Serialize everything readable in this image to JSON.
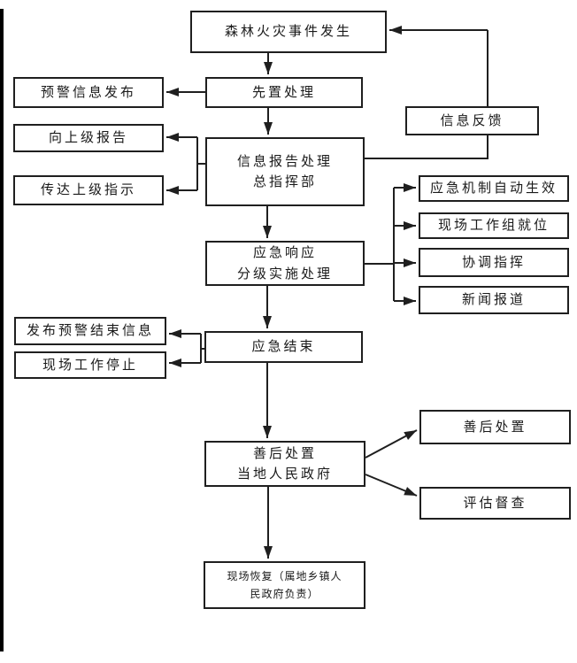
{
  "colors": {
    "background": "#ffffff",
    "line": "#1f1f1f",
    "box_border": "#1f1f1f",
    "text": "#1a1a1a"
  },
  "nodes": {
    "event_start": "森林火灾事件发生",
    "pre_processing": "先置处理",
    "warning_release": "预警信息发布",
    "info_feedback": "信息反馈",
    "report_superior": "向上级报告",
    "hq": "信息报告处理\n总指挥部",
    "convey_instructions": "传达上级指示",
    "emergency_response": "应急响应\n分级实施处理",
    "auto_effect": "应急机制自动生效",
    "onsite_team": "现场工作组就位",
    "coordinate_command": "协调指挥",
    "news_report": "新闻报道",
    "emergency_end": "应急结束",
    "end_warning_release": "发布预警结束信息",
    "site_work_stop": "现场工作停止",
    "aftermath_gov": "善后处置\n当地人民政府",
    "aftermath": "善后处置",
    "evaluation": "评估督查",
    "site_restore": "现场恢复（属地乡镇人\n民政府负责）"
  }
}
